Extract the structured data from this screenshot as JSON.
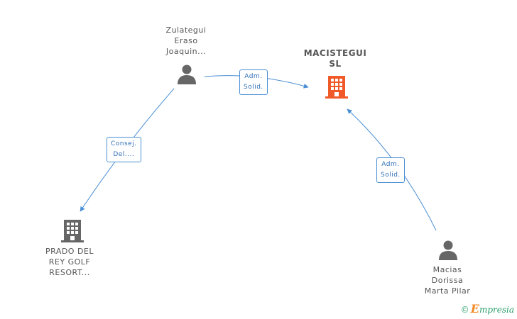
{
  "nodes": {
    "zulategui": {
      "lines": [
        "Zulategui",
        "Eraso",
        "Joaquin..."
      ]
    },
    "macistegui": {
      "lines": [
        "MACISTEGUI",
        "SL"
      ]
    },
    "prado": {
      "lines": [
        "PRADO DEL",
        "REY GOLF",
        "RESORT..."
      ]
    },
    "macias": {
      "lines": [
        "Macias",
        "Dorissa",
        "Marta Pilar"
      ]
    }
  },
  "edges": {
    "zulategui_to_macistegui": {
      "lines": [
        "Adm.",
        "Solid."
      ]
    },
    "zulategui_to_prado": {
      "lines": [
        "Consej.",
        "Del...."
      ]
    },
    "macias_to_macistegui": {
      "lines": [
        "Adm.",
        "Solid."
      ]
    }
  },
  "footer": {
    "copyright": "©",
    "brand_initial": "E",
    "brand_rest": "mpresia"
  },
  "colors": {
    "edge": "#4a8fd4",
    "person_icon": "#666666",
    "company_icon_gray": "#666666",
    "company_icon_main": "#f05a28"
  }
}
